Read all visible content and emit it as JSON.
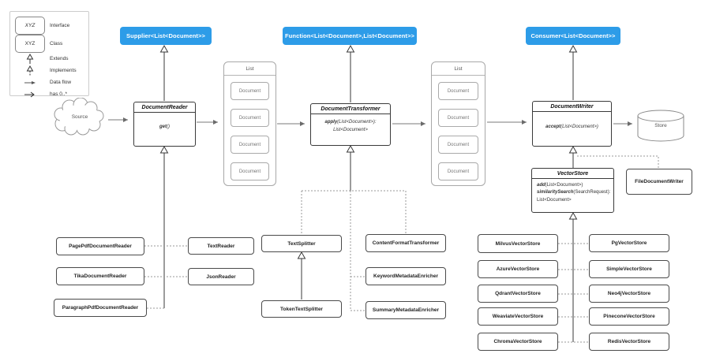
{
  "colors": {
    "interface_blue": "#2D9CE8"
  },
  "legend": {
    "interface_sample": "XYZ",
    "interface_label": "Interface",
    "class_sample": "XYZ",
    "class_label": "Class",
    "extends_label": "Extends",
    "implements_label": "Implements",
    "dataflow_label": "Data flow",
    "has_label": "has 0..*"
  },
  "interfaces": {
    "supplier": "Supplier<List<Document>>",
    "function": "Function<List<Document>,List<Document>>",
    "consumer": "Consumer<List<Document>>"
  },
  "source": {
    "label": "Source"
  },
  "store": {
    "label": "Store"
  },
  "lists": {
    "title": "List",
    "item": "Document"
  },
  "reader": {
    "title": "DocumentReader",
    "method_name": "get",
    "method_sig": "()"
  },
  "transformer": {
    "title": "DocumentTransformer",
    "method_name": "apply",
    "method_sig": "(List<Document>):",
    "method_sig2": "List<Document>"
  },
  "writer": {
    "title": "DocumentWriter",
    "method_name": "accept",
    "method_sig": "(List<Document>)"
  },
  "vectorstore": {
    "title": "VectorStore",
    "m1_name": "add",
    "m1_sig": "(List<Document>)",
    "m2_name": "similaritySearch",
    "m2_sig": "(SearchRequest):",
    "m3": "List<Document>"
  },
  "file_writer": {
    "label": "FileDocumentWriter"
  },
  "readers": [
    "PagePdfDocumentReader",
    "TextReader",
    "TikaDocumentReader",
    "JsonReader",
    "ParagraphPdfDocumentReader"
  ],
  "transformers": [
    "TextSplitter",
    "ContentFormatTransformer",
    "KeywordMetadataEnricher",
    "TokenTextSplitter",
    "SummaryMetadataEnricher"
  ],
  "stores": [
    "MilvusVectorStore",
    "PgVectorStore",
    "AzureVectorStore",
    "SimpleVectorStore",
    "QdrantVectorStore",
    "Neo4jVectorStore",
    "WeaviateVectorStore",
    "PineconeVectorStore",
    "ChromaVectorStore",
    "RedisVectorStore"
  ]
}
